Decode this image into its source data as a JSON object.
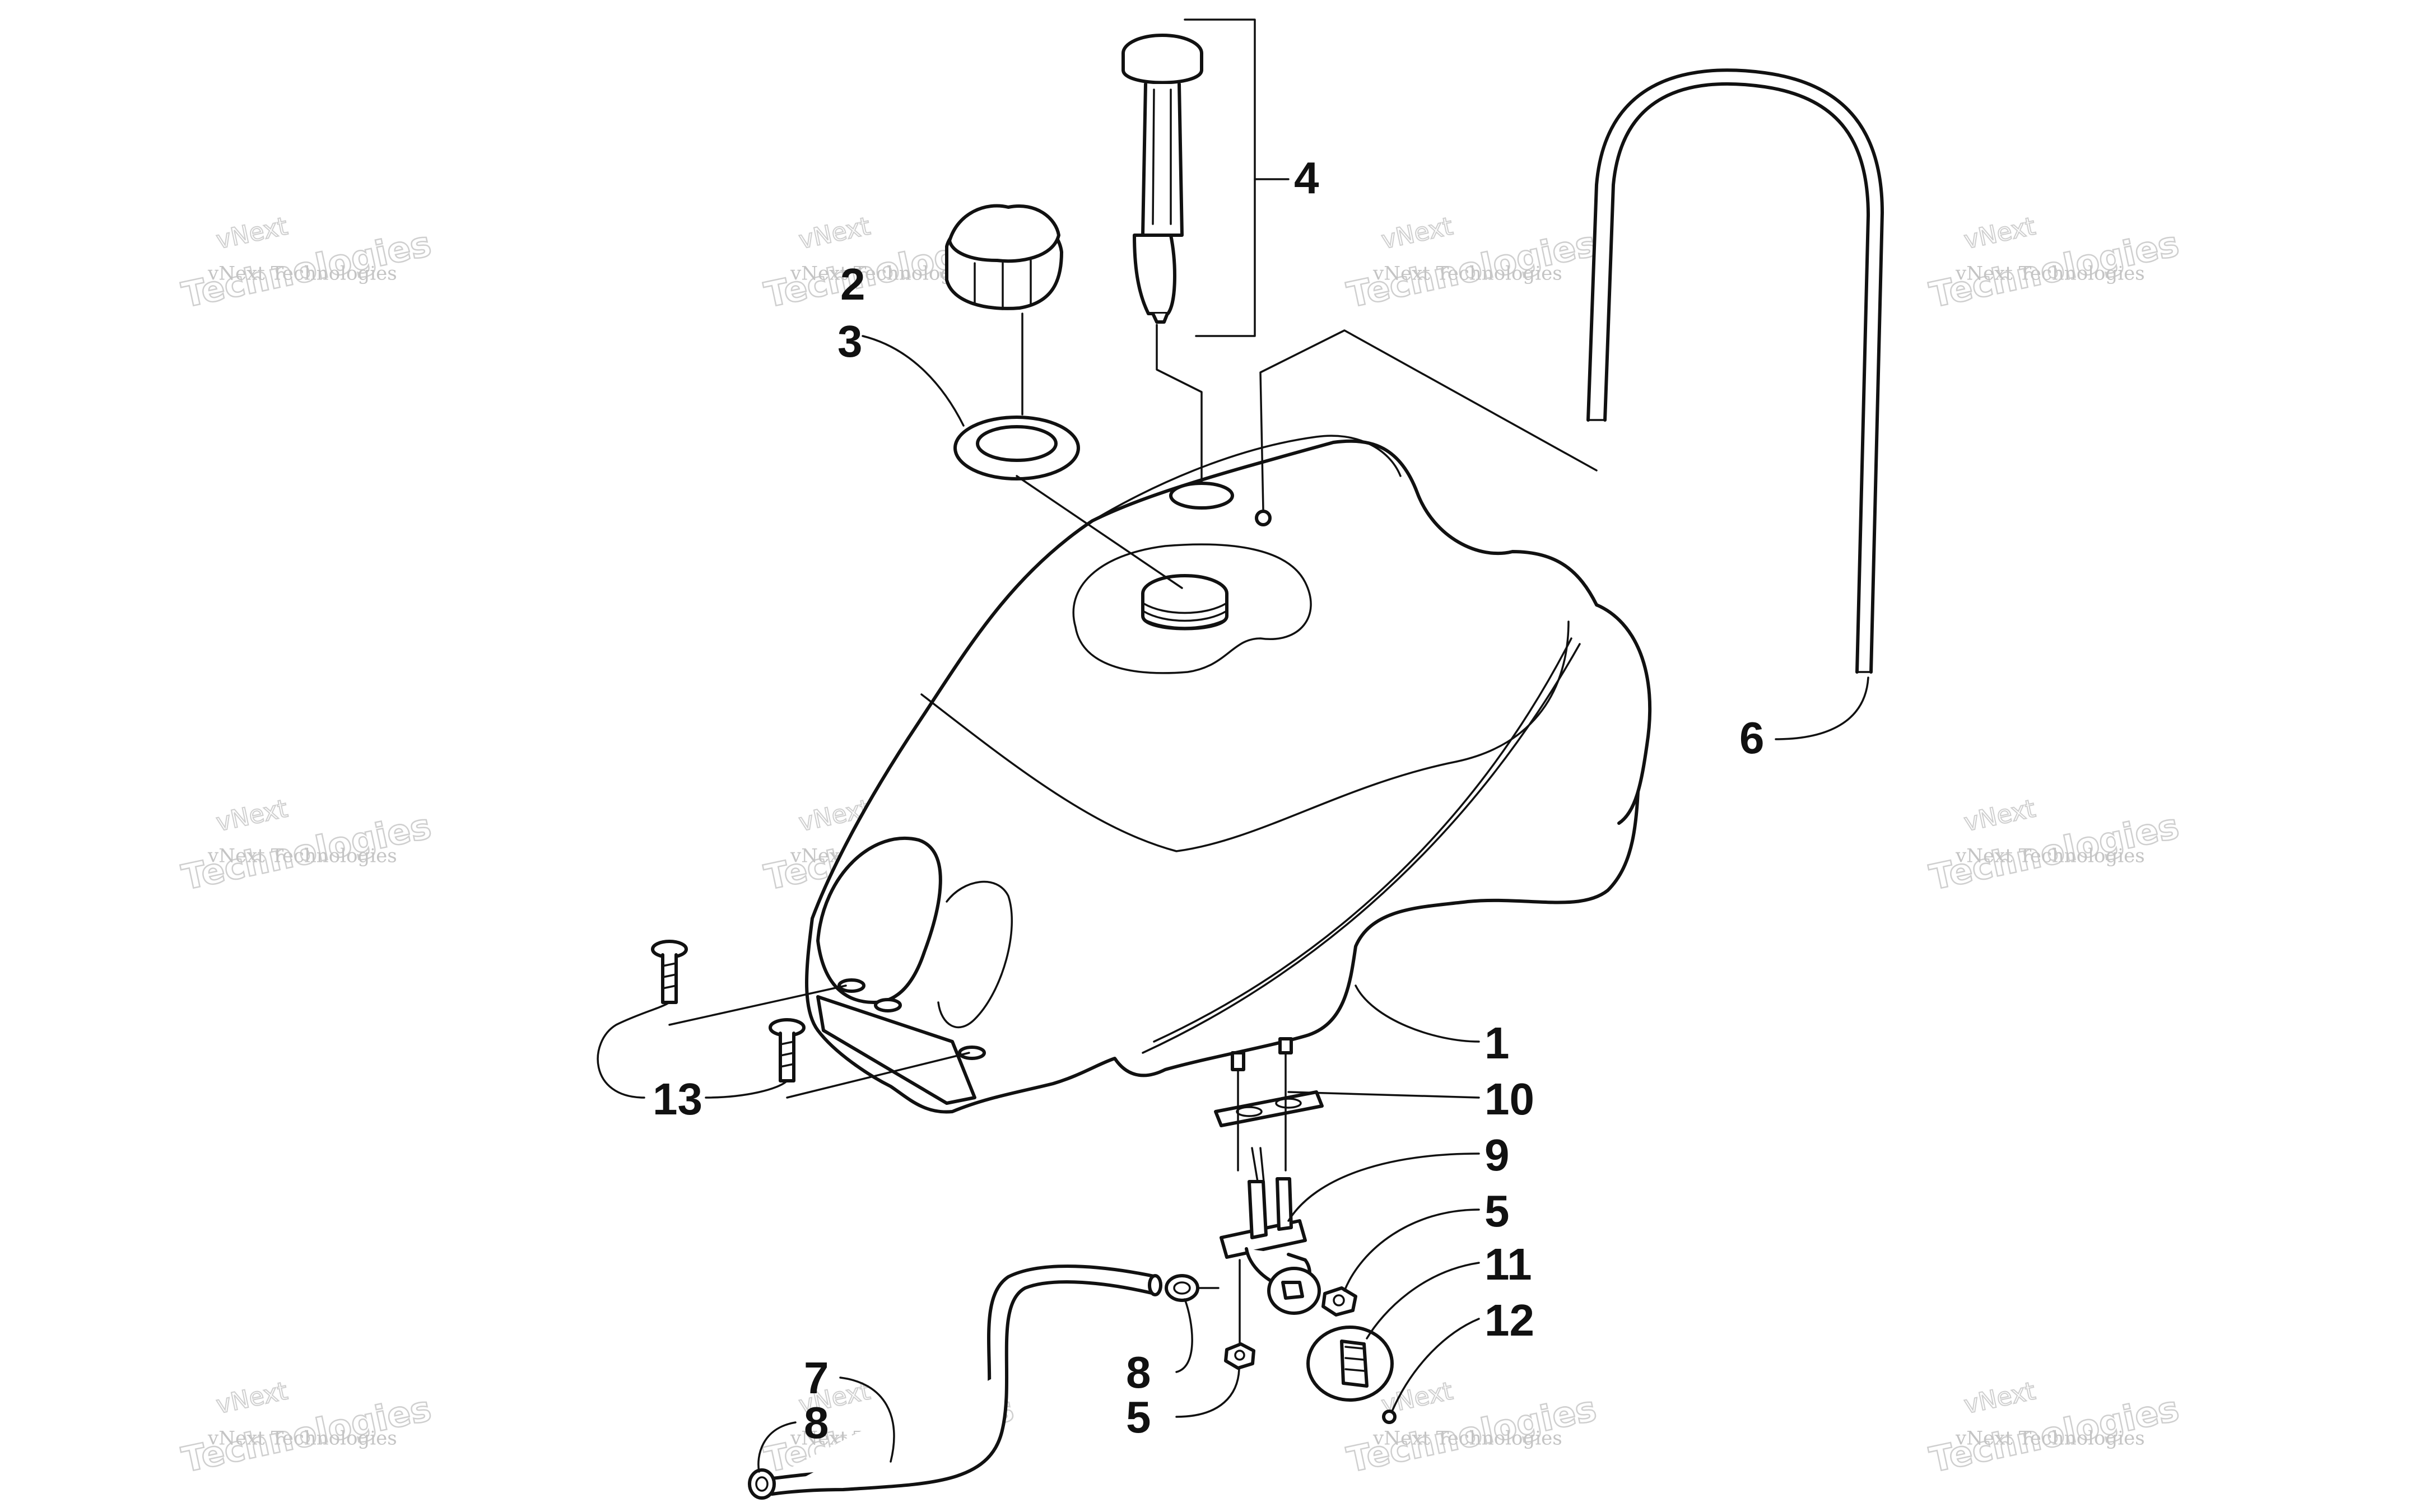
{
  "callouts": {
    "c1": "1",
    "c2": "2",
    "c3": "3",
    "c4": "4",
    "c5a": "5",
    "c5b": "5",
    "c6": "6",
    "c7": "7",
    "c8a": "8",
    "c8b": "8",
    "c9": "9",
    "c10": "10",
    "c11": "11",
    "c12": "12",
    "c13": "13"
  },
  "watermark": {
    "brand": "vNext",
    "line": "vNext Technologies",
    "large": "Technologies"
  },
  "colors": {
    "ink": "#111111",
    "watermark": "#c4c4c4",
    "background": "#ffffff"
  }
}
